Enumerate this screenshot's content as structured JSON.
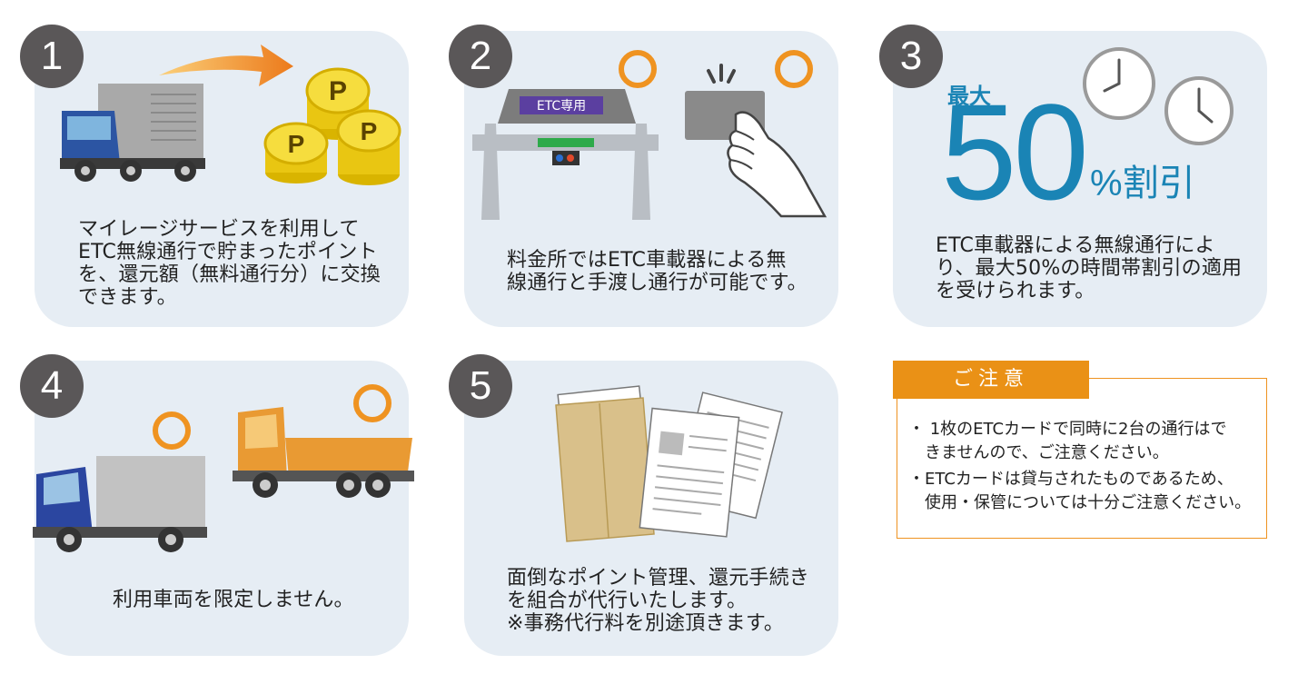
{
  "cards": [
    {
      "number": "1",
      "text": "マイレージサービスを利用して\nETC無線通行で貯まったポイント\nを、還元額（無料通行分）に交換\nできます。",
      "coin_letter": "P"
    },
    {
      "number": "2",
      "text": "料金所ではETC車載器による無\n線通行と手渡し通行が可能です。",
      "gate_label": "ETC専用"
    },
    {
      "number": "3",
      "text": "ETC車載器による無線通行によ\nり、最大50%の時間帯割引の適用\nを受けられます。",
      "max_label": "最大",
      "discount_number": "50",
      "discount_suffix": "%割引"
    },
    {
      "number": "4",
      "text": "利用車両を限定しません。"
    },
    {
      "number": "5",
      "text": "面倒なポイント管理、還元手続き\nを組合が代行いたします。\n※事務代行料を別途頂きます。"
    }
  ],
  "notice": {
    "title": "ご注意",
    "items": [
      "・ 1枚のETCカードで同時に2台の通行はで\n　きませんので、ご注意ください。",
      "・ETCカードは貸与されたものであるため、\n　使用・保管については十分ご注意ください。"
    ]
  },
  "colors": {
    "card_bg": "#e6edf4",
    "badge": "#5a5758",
    "accent_orange": "#ef9321",
    "discount_blue": "#1a84b5"
  }
}
